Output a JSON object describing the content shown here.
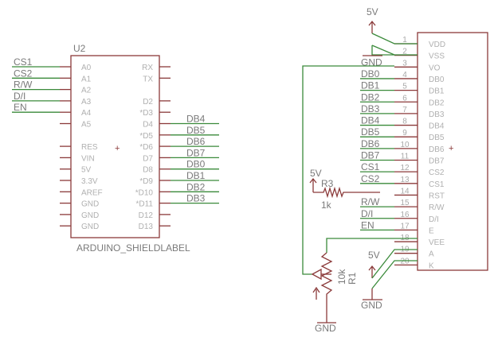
{
  "u2": {
    "name": "U2",
    "value": "ARDUINO_SHIELDLABEL",
    "left_pins": [
      "A0",
      "A1",
      "A2",
      "A3",
      "A4",
      "A5",
      "",
      "RES",
      "VIN",
      "5V",
      "3.3V",
      "AREF",
      "GND",
      "GND",
      "GND"
    ],
    "right_pins": [
      "RX",
      "TX",
      "",
      "D2",
      "*D3",
      "D4",
      "*D5",
      "*D6",
      "D7",
      "D8",
      "*D9",
      "*D10",
      "*D11",
      "D12",
      "D13"
    ],
    "left_nets": [
      "CS1",
      "CS2",
      "R/W",
      "D/I",
      "EN"
    ],
    "right_nets": [
      {
        "pin": "D4",
        "net": "DB4"
      },
      {
        "pin": "*D5",
        "net": "DB5"
      },
      {
        "pin": "*D6",
        "net": "DB6"
      },
      {
        "pin": "D7",
        "net": "DB7"
      },
      {
        "pin": "D8",
        "net": "DB0"
      },
      {
        "pin": "*D9",
        "net": "DB1"
      },
      {
        "pin": "*D10",
        "net": "DB2"
      },
      {
        "pin": "*D11",
        "net": "DB3"
      }
    ]
  },
  "lcd": {
    "pins": [
      {
        "num": "1",
        "name": "VDD",
        "net": ""
      },
      {
        "num": "2",
        "name": "VSS",
        "net": ""
      },
      {
        "num": "3",
        "name": "VO",
        "net": "GND"
      },
      {
        "num": "4",
        "name": "DB0",
        "net": "DB0"
      },
      {
        "num": "5",
        "name": "DB1",
        "net": "DB1"
      },
      {
        "num": "6",
        "name": "DB2",
        "net": "DB2"
      },
      {
        "num": "7",
        "name": "DB3",
        "net": "DB3"
      },
      {
        "num": "8",
        "name": "DB4",
        "net": "DB4"
      },
      {
        "num": "9",
        "name": "DB5",
        "net": "DB5"
      },
      {
        "num": "10",
        "name": "DB6",
        "net": "DB6"
      },
      {
        "num": "11",
        "name": "DB7",
        "net": "DB7"
      },
      {
        "num": "12",
        "name": "CS2",
        "net": "CS1"
      },
      {
        "num": "13",
        "name": "CS1",
        "net": "CS2"
      },
      {
        "num": "14",
        "name": "RST",
        "net": ""
      },
      {
        "num": "15",
        "name": "R/W",
        "net": "R/W"
      },
      {
        "num": "16",
        "name": "D/I",
        "net": "D/I"
      },
      {
        "num": "17",
        "name": "E",
        "net": "EN"
      },
      {
        "num": "18",
        "name": "VEE",
        "net": ""
      },
      {
        "num": "19",
        "name": "A",
        "net": ""
      },
      {
        "num": "20",
        "name": "K",
        "net": ""
      }
    ]
  },
  "power": {
    "top_supply": "5V",
    "r3_supply": "5V",
    "backlight_supply": "5V",
    "gnd_pot": "GND",
    "gnd_backlight": "GND"
  },
  "r3": {
    "name": "R3",
    "value": "1k"
  },
  "r1": {
    "name": "R1",
    "value": "10k"
  }
}
